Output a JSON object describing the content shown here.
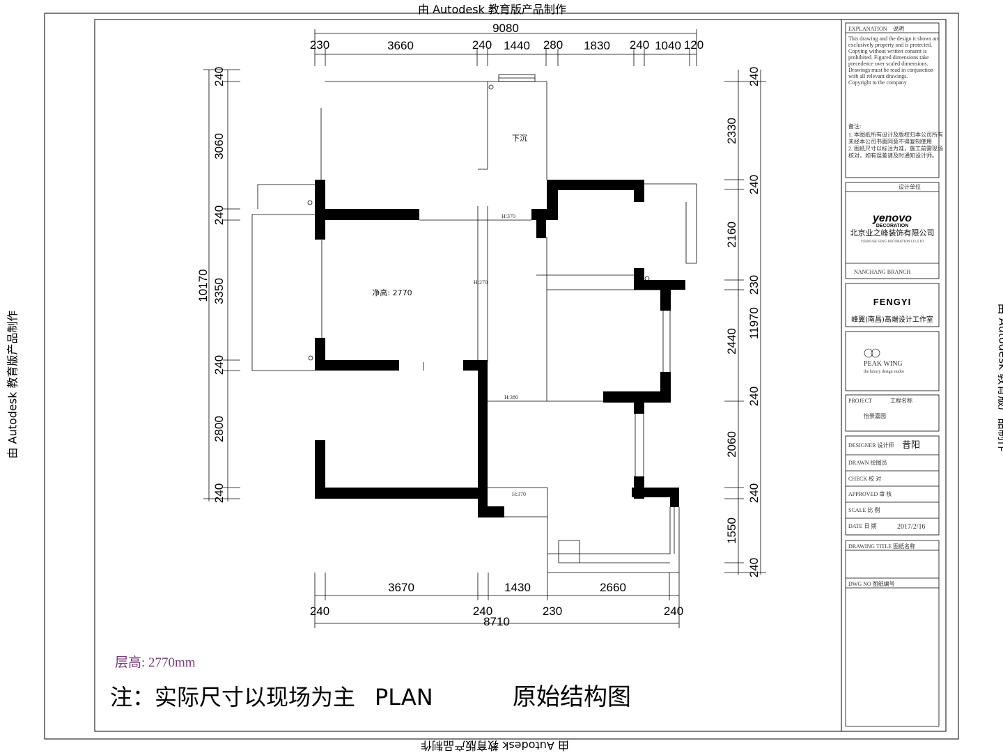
{
  "watermark": "由 Autodesk 教育版产品制作",
  "dimensions": {
    "top_total": "9080",
    "top": [
      "230",
      "3660",
      "240",
      "1440",
      "280",
      "1830",
      "240",
      "1040",
      "120"
    ],
    "bottom_total": "8710",
    "bottom_upper": [
      "3670",
      "1430",
      "2660"
    ],
    "bottom_lower": [
      "240",
      "240",
      "230",
      "240"
    ],
    "left_total": "10170",
    "left": [
      "240",
      "3060",
      "240",
      "3350",
      "240",
      "2800",
      "240"
    ],
    "right_total": "11970",
    "right": [
      "240",
      "2330",
      "240",
      "2160",
      "230",
      "2440",
      "240",
      "2060",
      "240",
      "1550",
      "240"
    ]
  },
  "room_labels": {
    "upper": "下沉",
    "living": "净高: 2770",
    "beam1": "H:370",
    "beam2": "H:270",
    "beam3": "H:380",
    "beam4": "H:370"
  },
  "notes": {
    "floor_height": "层高: 2770mm",
    "main_note": "注：实际尺寸以现场为主",
    "plan_label": "PLAN",
    "title": "原始结构图"
  },
  "title_block": {
    "explanation_header": "EXPLANATION",
    "explanation_header_cn": "说明",
    "explanation_text": [
      "This drawing and the design it shows are",
      "exclusively property and is protected.",
      "Copying without written consent is",
      "prohibited. Figured dimensions take",
      "precedence over scaled dimensions.",
      "Drawings must be read in conjunction",
      "with all relevant drawings.",
      "Copyright to the company"
    ],
    "notes_cn_header": "备注:",
    "notes_cn": [
      "1. 本图纸所有设计及版权归本公司所有",
      "未经本公司书面同意不得复制使用",
      "2. 图纸尺寸以标注为准，施工前需现场",
      "核对，如有误差请及时通知设计师。"
    ],
    "design_unit_label": "设计单位",
    "company_logo": "yenovo",
    "company_logo_sub": "DECORATION",
    "company_name": "北京业之峰装饰有限公司",
    "company_name_en": "YEHOUSE FENG DECORATION CO.,LTD",
    "branch": "NANCHANG BRANCH",
    "studio_logo": "FENGYI",
    "studio_name": "峰翼(南昌)高端设计工作室",
    "peak_wing": "PEAK  WING",
    "peak_wing_sub": "the luxury design studio",
    "project_label": "PROJECT",
    "project_label_cn": "工程名称",
    "project_name": "怡景嘉园",
    "designer_label": "DESIGNER 设计师",
    "designer_name": "昔阳",
    "drawn_label": "DRAWN 绘图员",
    "check_label": "CHECK 校 对",
    "approved_label": "APPROVED 审 核",
    "scale_label": "SCALE 比 例",
    "date_label": "DATE 日 期",
    "date_value": "2017/2/16",
    "drawing_title_label": "DRAWING TITLE 图纸名称",
    "drawing_no_label": "DWG NO 图纸编号"
  }
}
